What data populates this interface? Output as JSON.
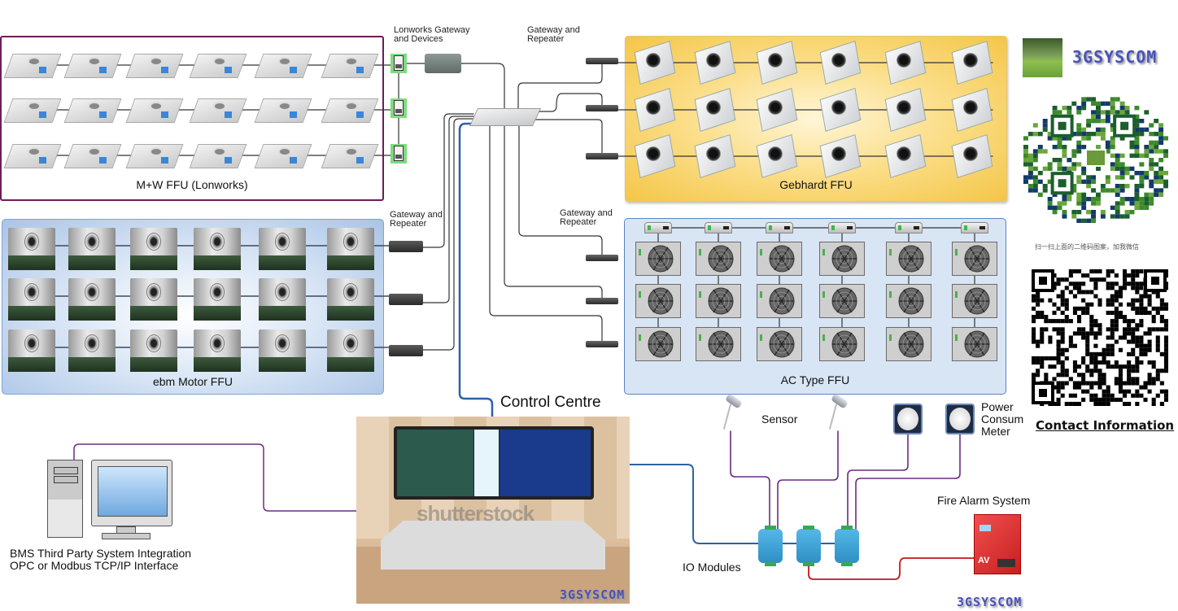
{
  "title": "FFU Control System Architecture",
  "colors": {
    "mw_border": "#6b1d5a",
    "ebm_panel": "#a9c4e6",
    "gebhardt_panel": "#f4c648",
    "ac_panel": "#d8e5f5",
    "bus_wire": "#333333",
    "control_wire": "#2e62a0",
    "io_wire": "#6a2d80",
    "fire_wire": "#c0171b",
    "brand": "#4a52b8"
  },
  "groups": {
    "mw": {
      "label": "M+W FFU (Lonworks)",
      "rows": 3,
      "cols": 6
    },
    "ebm": {
      "label": "ebm Motor FFU",
      "rows": 3,
      "cols": 6
    },
    "gebhardt": {
      "label": "Gebhardt FFU",
      "rows": 3,
      "cols": 6
    },
    "ac": {
      "label": "AC Type FFU",
      "rows": 3,
      "cols": 6
    }
  },
  "labels": {
    "lonworks_gateway": [
      "Lonworks Gateway",
      "and Devices"
    ],
    "gateway_top": [
      "Gateway and",
      "Repeater"
    ],
    "gateway_ebm": [
      "Gateway and",
      "Repeater"
    ],
    "gateway_ac": [
      "Gateway and",
      "Repeater"
    ],
    "control_centre": "Control Centre",
    "sensor": "Sensor",
    "power_meter": [
      "Power",
      "Consum",
      "Meter"
    ],
    "fire_alarm": "Fire Alarm System",
    "io_modules": "IO Modules",
    "bms": [
      "BMS  Third Party System Integration",
      "OPC or Modbus TCP/IP Interface"
    ],
    "watermark": "shutterstock",
    "fire_panel_logo": "AV"
  },
  "brand": {
    "name": "3GSYSCOM"
  },
  "sidebar": {
    "qr_caption": "扫一扫上面的二维码图案，加我微信",
    "contact_link": "Contact Information"
  }
}
